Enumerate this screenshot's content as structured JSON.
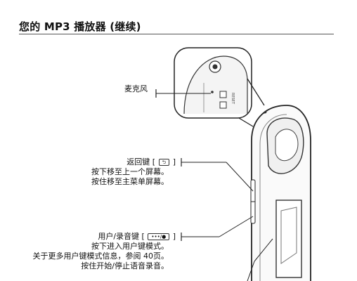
{
  "page": {
    "title": "您的 MP3 播放器 (继续)"
  },
  "callouts": {
    "mic": {
      "label": "麦克风"
    },
    "back": {
      "label": "返回键 [",
      "label_end": "]",
      "key_glyph": "⮌",
      "lines": [
        "按下移至上一个屏幕。",
        "按住移至主菜单屏幕。"
      ]
    },
    "user": {
      "label": "用户/录音键 [",
      "label_end": "]",
      "key_glyph": "•••/●",
      "lines": [
        "按下进入用户键模式。",
        "关于更多用户键模式信息，参阅 40页。",
        "按住开始/停止语音录音。"
      ]
    }
  },
  "device": {
    "mic_text": "RESET"
  }
}
